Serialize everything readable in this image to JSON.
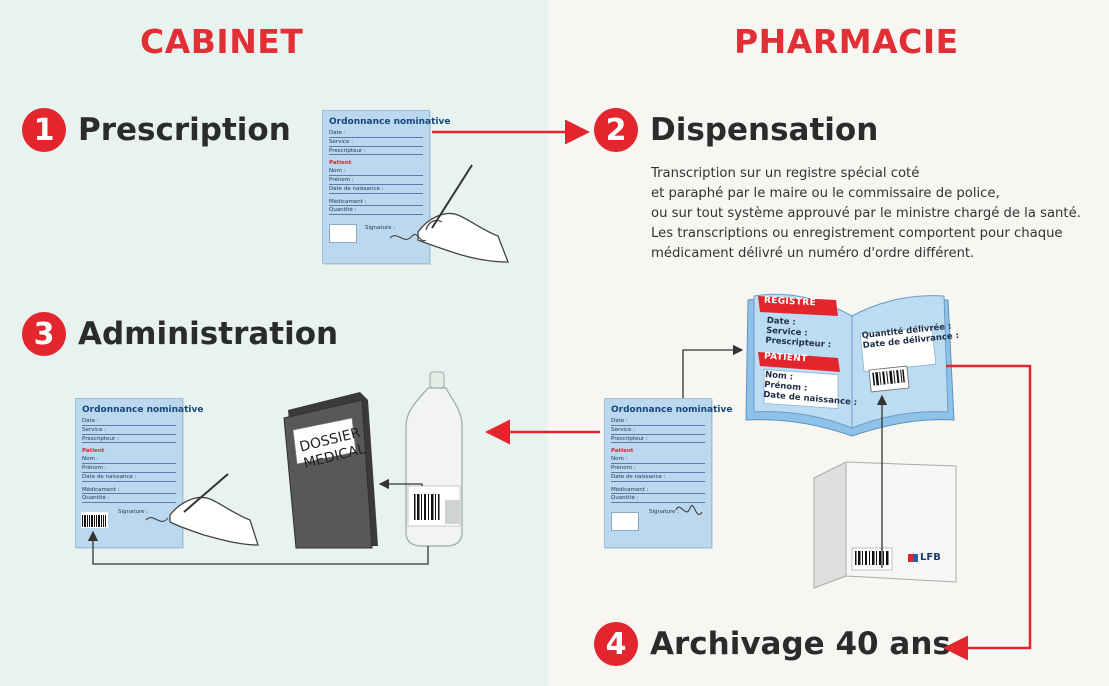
{
  "headers": {
    "left": "CABINET",
    "right": "PHARMACIE"
  },
  "steps": [
    {
      "number": "1",
      "title": "Prescription"
    },
    {
      "number": "2",
      "title": "Dispensation"
    },
    {
      "number": "3",
      "title": "Administration"
    },
    {
      "number": "4",
      "title": "Archivage 40 ans"
    }
  ],
  "dispensation_text": [
    "Transcription sur un registre spécial coté",
    "et paraphé par le maire ou le commissaire de police,",
    "ou sur tout système approuvé par le ministre chargé de la santé.",
    "Les transcriptions ou enregistrement comportent pour chaque",
    "médicament délivré un numéro d'ordre différent."
  ],
  "form": {
    "title": "Ordonnance nominative",
    "date": "Date :",
    "service": "Service :",
    "prescripteur": "Prescripteur :",
    "patient": "Patient",
    "nom": "Nom :",
    "prenom": "Prénom :",
    "naissance": "Date de naissance :",
    "medicament": "Médicament :",
    "quantite": "Quantité :",
    "signature": "Signature :"
  },
  "dossier": {
    "line1": "DOSSIER",
    "line2": "MEDICAL"
  },
  "registre": {
    "title": "REGISTRE",
    "date": "Date :",
    "service": "Service :",
    "prescripteur": "Prescripteur :",
    "patient_title": "PATIENT",
    "nom": "Nom :",
    "prenom": "Prénom :",
    "naissance": "Date de naissance :",
    "quantite": "Quantité délivrée :",
    "date_delivrance": "Date de délivrance :"
  },
  "box_brand": "LFB",
  "colors": {
    "accent_red": "#e3262d",
    "form_blue": "#bcd8ef",
    "left_bg": "#e8f2ef",
    "right_bg": "#f7f6f3"
  }
}
